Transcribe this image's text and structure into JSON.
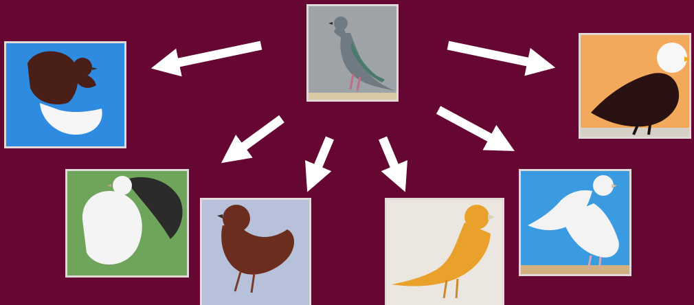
{
  "colors": {
    "background": "#650633",
    "arrow": "#FFFFFF",
    "photo_frame": "#E9E6E2"
  },
  "ancestor": {
    "name": "rock-pigeon",
    "photo_background": "#9DA3A6",
    "plumage": "#6F7A82",
    "accent": "#4A7A6E"
  },
  "breeds": [
    {
      "name": "fantail-brown-white",
      "photo_background": "#2F8BE0",
      "plumage": "#4A1F17"
    },
    {
      "name": "black-white-headed",
      "photo_background": "#F2A95B",
      "plumage": "#2A1212"
    },
    {
      "name": "fantail-white",
      "photo_background": "#6FA55A",
      "plumage": "#F4F4F4"
    },
    {
      "name": "pouter-brown",
      "photo_background": "#B7C2DA",
      "plumage": "#6B2E1E"
    },
    {
      "name": "yellow-modena",
      "photo_background": "#EBE6E0",
      "plumage": "#E9A12B"
    },
    {
      "name": "white-dove",
      "photo_background": "#3A9BE0",
      "plumage": "#F3F3F3"
    }
  ]
}
